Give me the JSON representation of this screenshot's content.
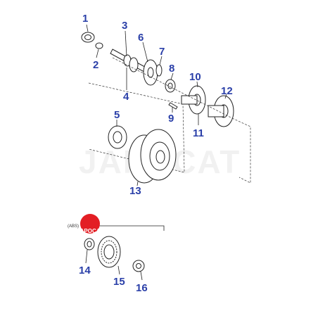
{
  "watermark": {
    "text": "JAPOCAT"
  },
  "logo": {
    "text": "JAPOCAT",
    "color": "#e31e24"
  },
  "abs_section": {
    "label": "(ABS)"
  },
  "callouts": [
    "1",
    "2",
    "3",
    "4",
    "5",
    "6",
    "7",
    "8",
    "9",
    "10",
    "11",
    "12",
    "13",
    "14",
    "15",
    "16"
  ],
  "colors": {
    "callout": "#2a3fa8",
    "line": "#222222"
  }
}
